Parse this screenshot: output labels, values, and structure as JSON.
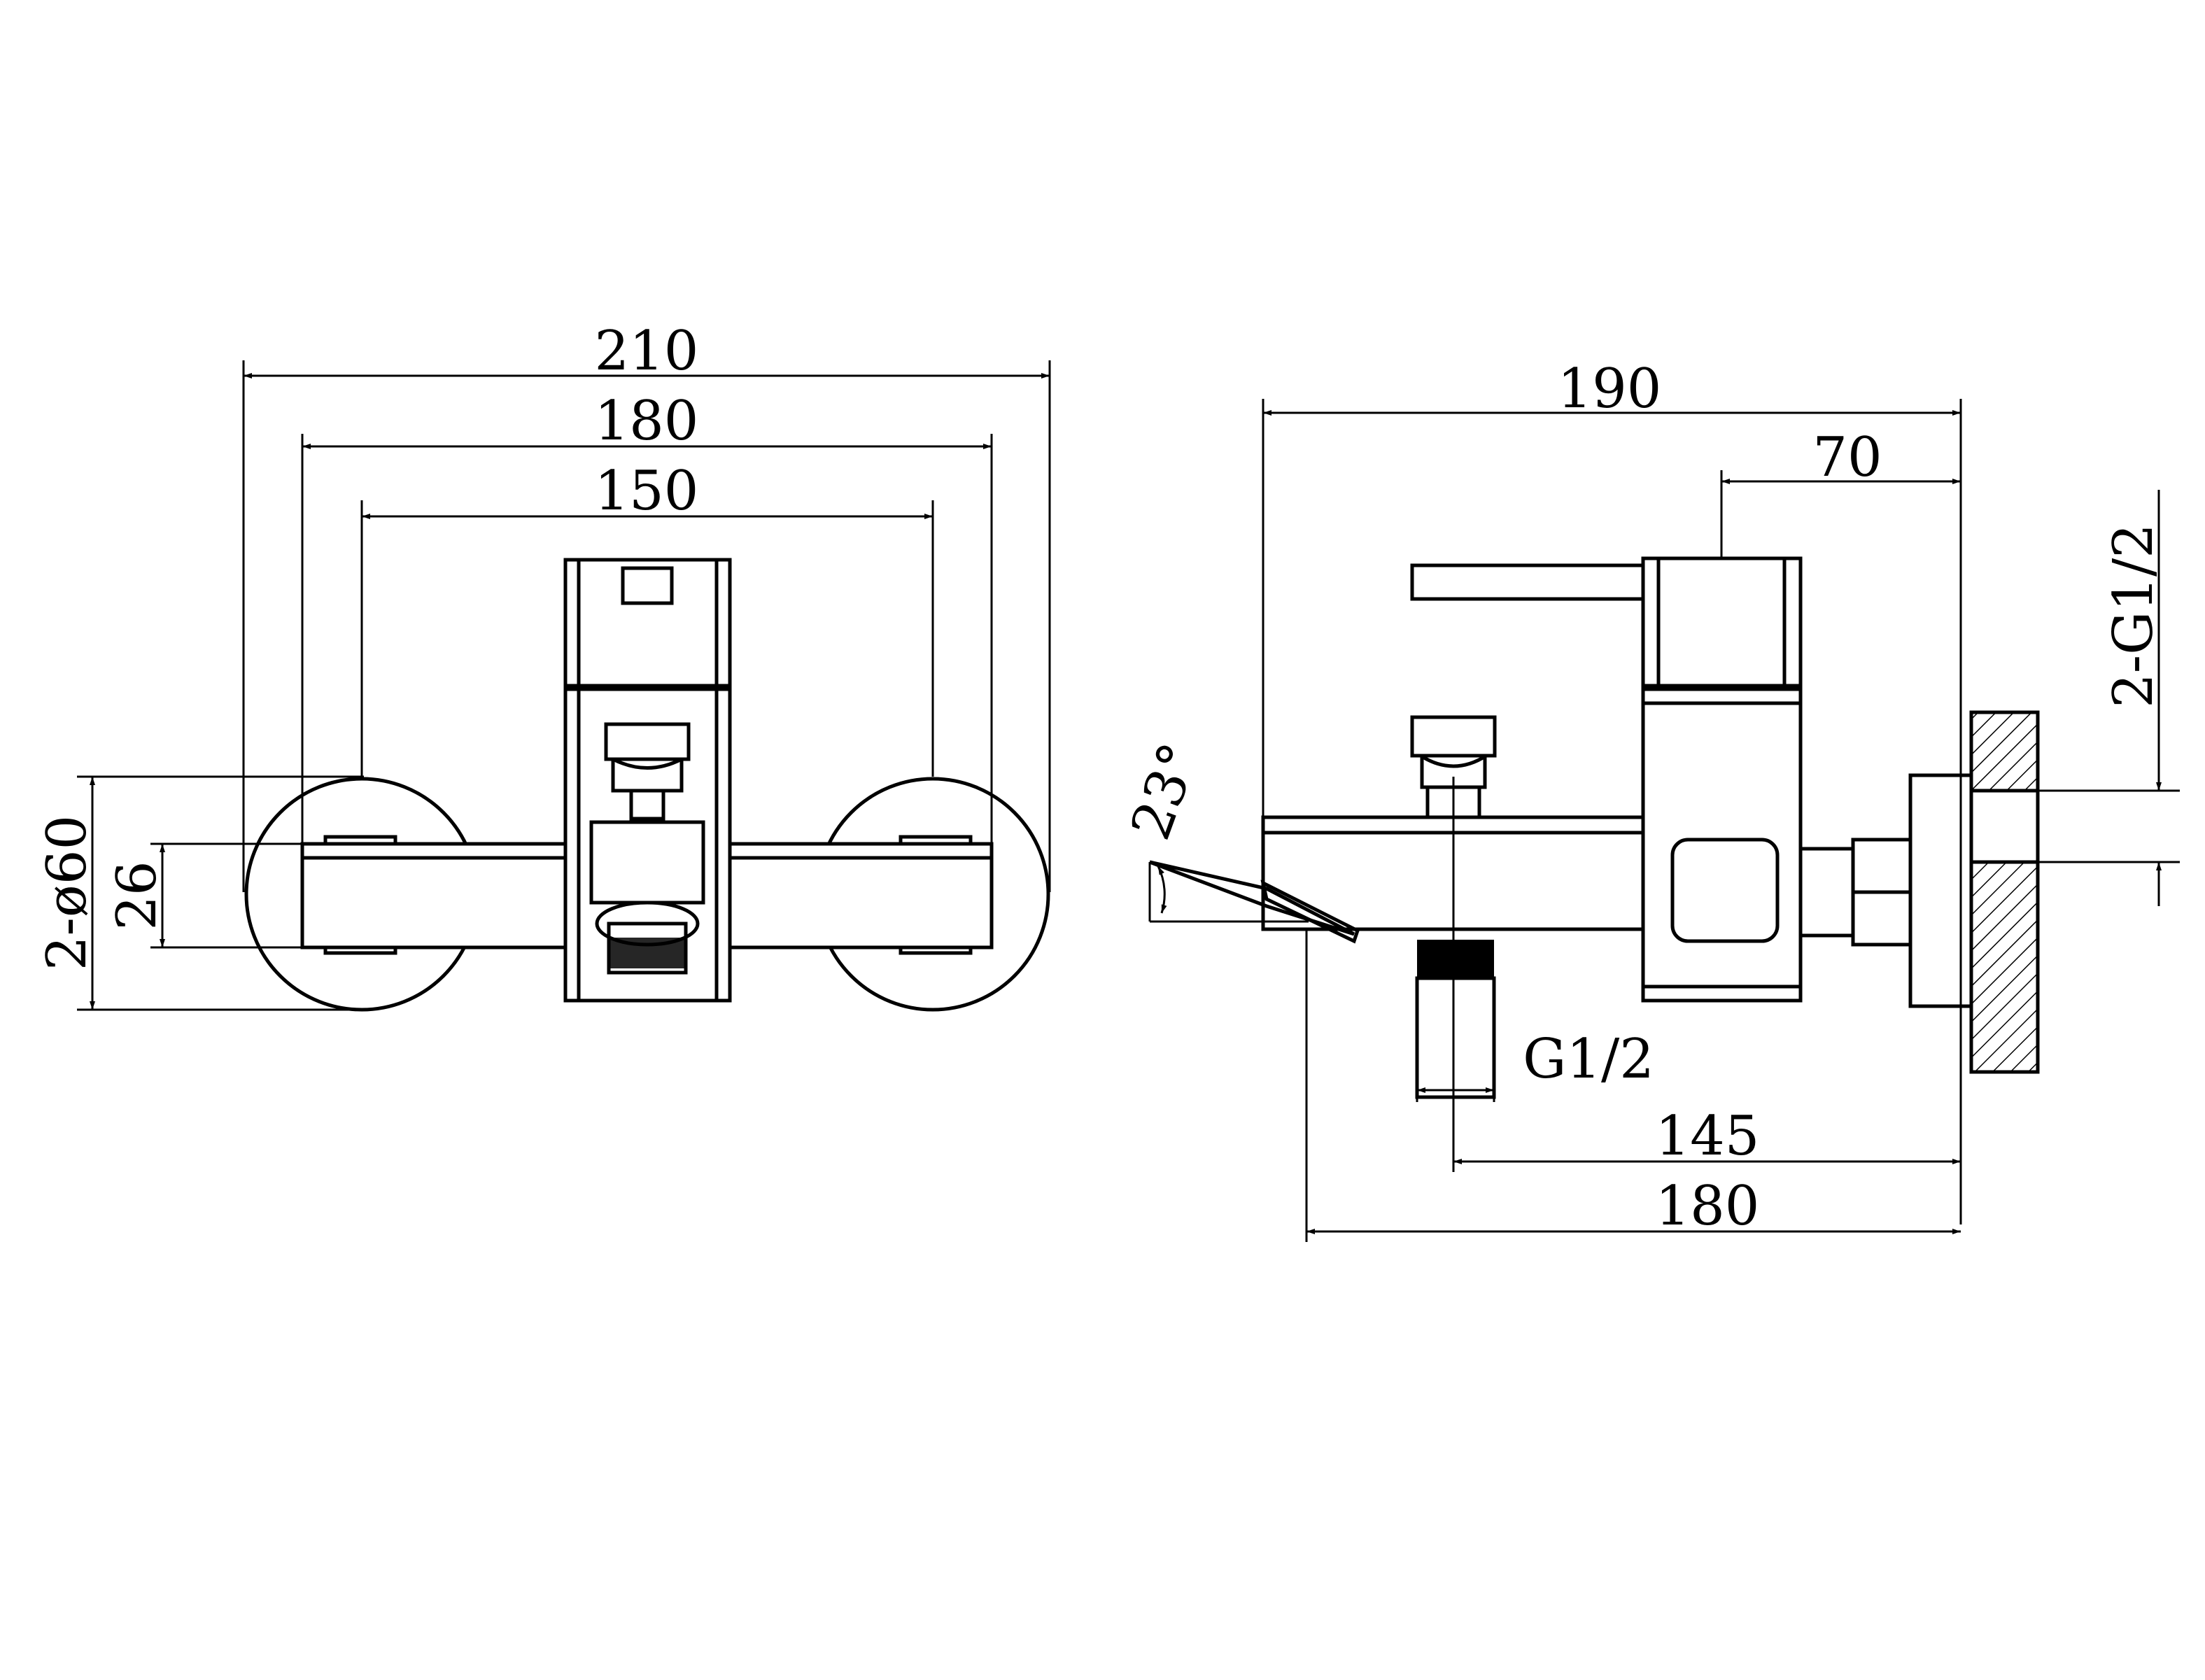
{
  "front_view": {
    "dims": {
      "overall_width": "210",
      "outer_width": "180",
      "center_distance": "150",
      "flange_diameter": "2-ø60",
      "body_height": "26"
    }
  },
  "side_view": {
    "dims": {
      "overall_length": "190",
      "handle_offset": "70",
      "inlet_thread": "2-G1/2",
      "spout_angle": "23°",
      "outlet_thread": "G1/2",
      "outlet_offset": "145",
      "projection": "180"
    }
  }
}
